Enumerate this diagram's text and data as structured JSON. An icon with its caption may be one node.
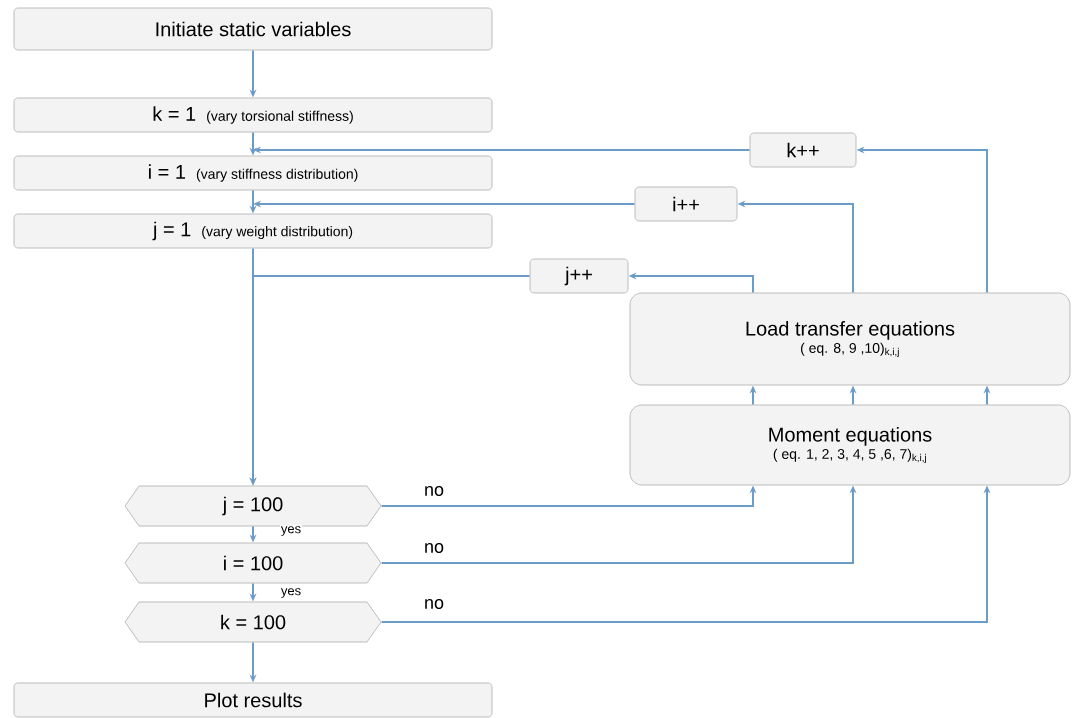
{
  "diagram": {
    "nodes": [
      {
        "text": [
          "Initiate static variables"
        ]
      },
      {
        "text": [
          "k = 1",
          "(vary torsional stiffness)"
        ]
      },
      {
        "text": [
          "i = 1",
          "(vary stiffness distribution)"
        ]
      },
      {
        "text": [
          "j = 1",
          "(vary weight distribution)"
        ]
      },
      {
        "text": [
          "k++"
        ]
      },
      {
        "text": [
          "i++"
        ]
      },
      {
        "text": [
          "j++"
        ]
      },
      {
        "text": [
          "Load transfer equations",
          "( eq. 8, 9 ,10)$_{k,i,j}$"
        ]
      },
      {
        "text": [
          "Moment equations",
          "( eq. 1, 2, 3, 4, 5 ,6, 7)$_{k,i,j}$"
        ]
      },
      {
        "text": [
          "j = 100"
        ]
      },
      {
        "text": [
          "i = 100"
        ]
      },
      {
        "text": [
          "k = 100"
        ]
      },
      {
        "text": [
          "Plot results"
        ]
      }
    ],
    "edges": [
      {
        "from": 0,
        "to": 1,
        "arrow": "to"
      },
      {
        "from": 1,
        "to": 2,
        "arrow": "to"
      },
      {
        "from": 2,
        "to": 3,
        "arrow": "to"
      },
      {
        "from": 3,
        "to": 9,
        "arrow": "to"
      },
      {
        "from": 9,
        "to": 10,
        "arrow": "to",
        "label": "yes"
      },
      {
        "from": 10,
        "to": 11,
        "arrow": "to",
        "label": "yes"
      },
      {
        "from": 11,
        "to": 12,
        "arrow": "to"
      },
      {
        "from": 9,
        "to": 8,
        "arrow": "to",
        "label": "no"
      },
      {
        "from": 10,
        "to": 8,
        "arrow": "to",
        "label": "no"
      },
      {
        "from": 11,
        "to": 8,
        "arrow": "to",
        "label": "no"
      },
      {
        "from": 8,
        "to": 7,
        "arrow": "to"
      },
      {
        "from": 8,
        "to": 7,
        "arrow": "to"
      },
      {
        "from": 8,
        "to": 7,
        "arrow": "to"
      },
      {
        "from": 7,
        "to": 6,
        "arrow": "to"
      },
      {
        "from": 7,
        "to": 5,
        "arrow": "to"
      },
      {
        "from": 7,
        "to": 4,
        "arrow": "to"
      },
      {
        "from": 6,
        "to": 9,
        "arrow": "to"
      },
      {
        "from": 5,
        "to": 3,
        "arrow": "to"
      },
      {
        "from": 4,
        "to": 2,
        "arrow": "to"
      }
    ]
  }
}
